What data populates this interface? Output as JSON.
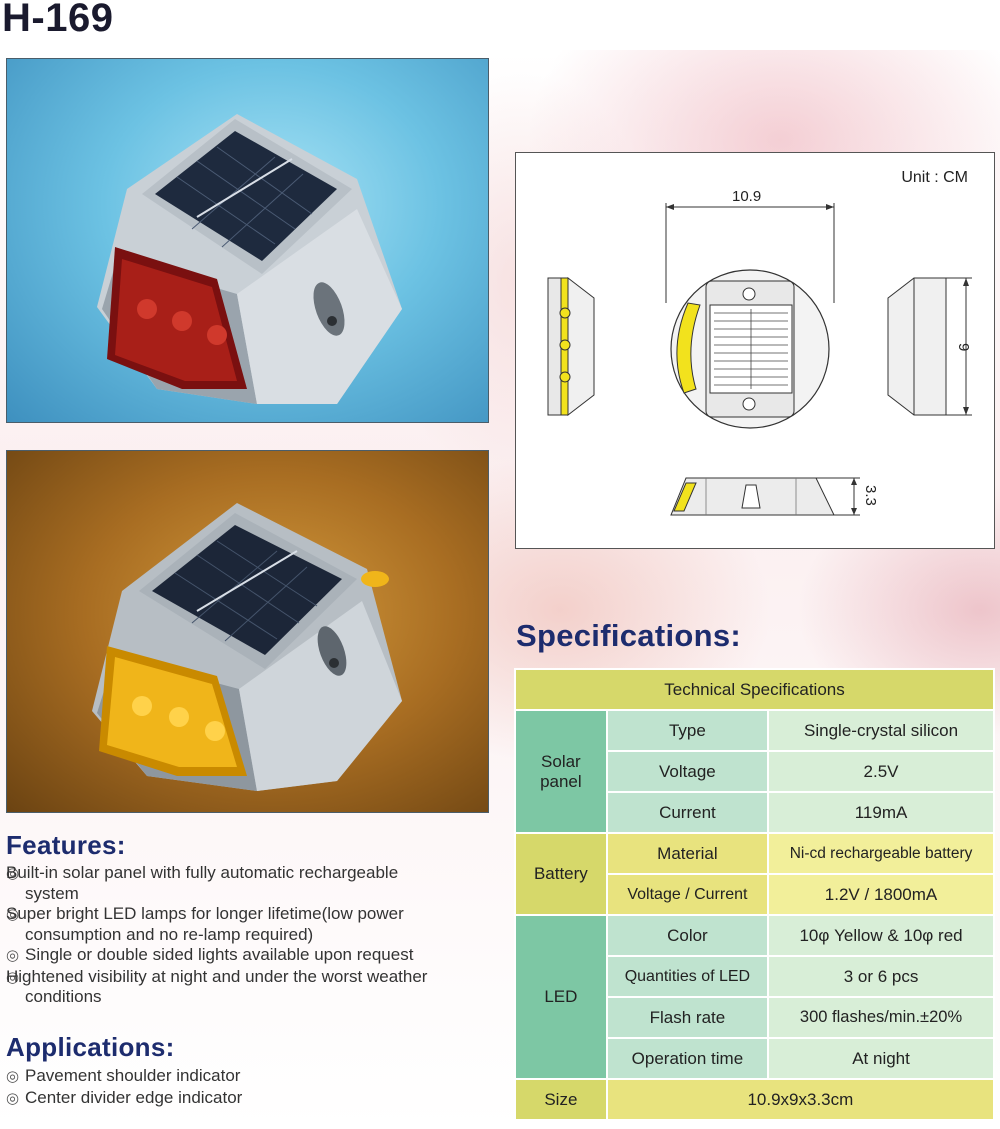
{
  "model": "H-169",
  "drawing": {
    "unit": "Unit : CM",
    "width_dim": "10.9",
    "depth_dim": "9",
    "height_dim": "3.3"
  },
  "specifications": {
    "title": "Specifications:",
    "table_header": "Technical  Specifications",
    "groups": [
      {
        "name": "Solar panel",
        "rows": [
          {
            "label": "Type",
            "value": "Single-crystal silicon"
          },
          {
            "label": "Voltage",
            "value": "2.5V"
          },
          {
            "label": "Current",
            "value": "119mA"
          }
        ]
      },
      {
        "name": "Battery",
        "rows": [
          {
            "label": "Material",
            "value": "Ni-cd rechargeable battery"
          },
          {
            "label": "Voltage / Current",
            "value": "1.2V / 1800mA"
          }
        ]
      },
      {
        "name": "LED",
        "rows": [
          {
            "label": "Color",
            "value": "10φ  Yellow & 10φ  red"
          },
          {
            "label": "Quantities of LED",
            "value": "3 or 6 pcs"
          },
          {
            "label": "Flash rate",
            "value": "300 flashes/min.±20%"
          },
          {
            "label": "Operation time",
            "value": "At night"
          }
        ]
      }
    ],
    "size": {
      "label": "Size",
      "value": "10.9x9x3.3cm"
    }
  },
  "features": {
    "title": "Features:",
    "items": [
      "Built-in solar panel with fully automatic rechargeable system",
      "Super bright LED lamps for longer lifetime(low power consumption and no re-lamp required)",
      "Single or double sided lights available upon request",
      "Hightened visibility at night and under the worst weather conditions"
    ]
  },
  "applications": {
    "title": "Applications:",
    "items": [
      "Pavement shoulder indicator",
      "Center divider edge indicator"
    ]
  },
  "bullet_glyph": "◎",
  "colors": {
    "title_blue": "#1d2c6e",
    "table_green": "#7dc7a4",
    "table_yellow": "#d6d86a",
    "led_red": "#b0201a",
    "led_amber": "#f2a800"
  }
}
